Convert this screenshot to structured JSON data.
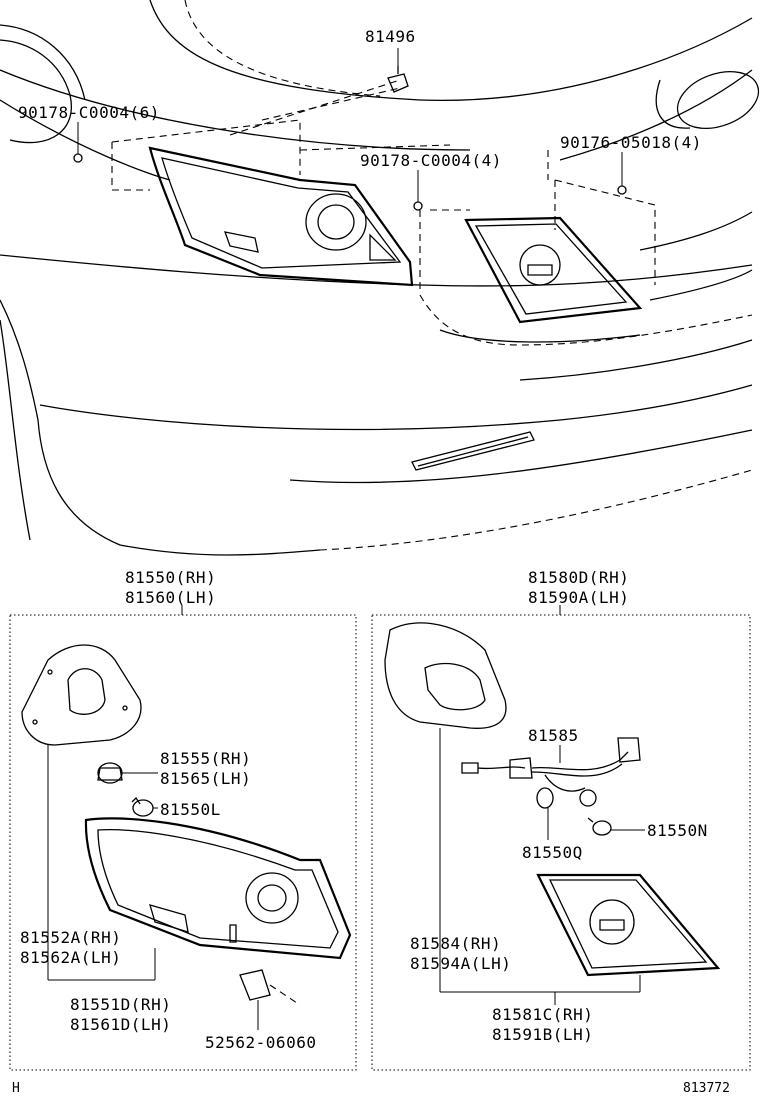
{
  "top_labels": {
    "clip_81496": "81496",
    "screw_left": "90178-C0004(6)",
    "screw_center": "90178-C0004(4)",
    "screw_right": "90176-05018(4)"
  },
  "left_panel": {
    "title_rh": "81550(RH)",
    "title_lh": "81560(LH)",
    "socket_rh": "81555(RH)",
    "socket_lh": "81565(LH)",
    "bulb": "81550L",
    "gasket_rh": "81552A(RH)",
    "gasket_lh": "81562A(LH)",
    "lens_rh": "81551D(RH)",
    "lens_lh": "81561D(LH)",
    "retainer": "52562-06060"
  },
  "right_panel": {
    "title_rh": "81580D(RH)",
    "title_lh": "81590A(LH)",
    "wire": "81585",
    "bulb_q": "81550Q",
    "bulb_n": "81550N",
    "gasket_rh": "81584(RH)",
    "gasket_lh": "81594A(LH)",
    "lens_rh": "81581C(RH)",
    "lens_lh": "81591B(LH)"
  },
  "footer": {
    "corner_code": "H",
    "drawing_number": "813772"
  }
}
